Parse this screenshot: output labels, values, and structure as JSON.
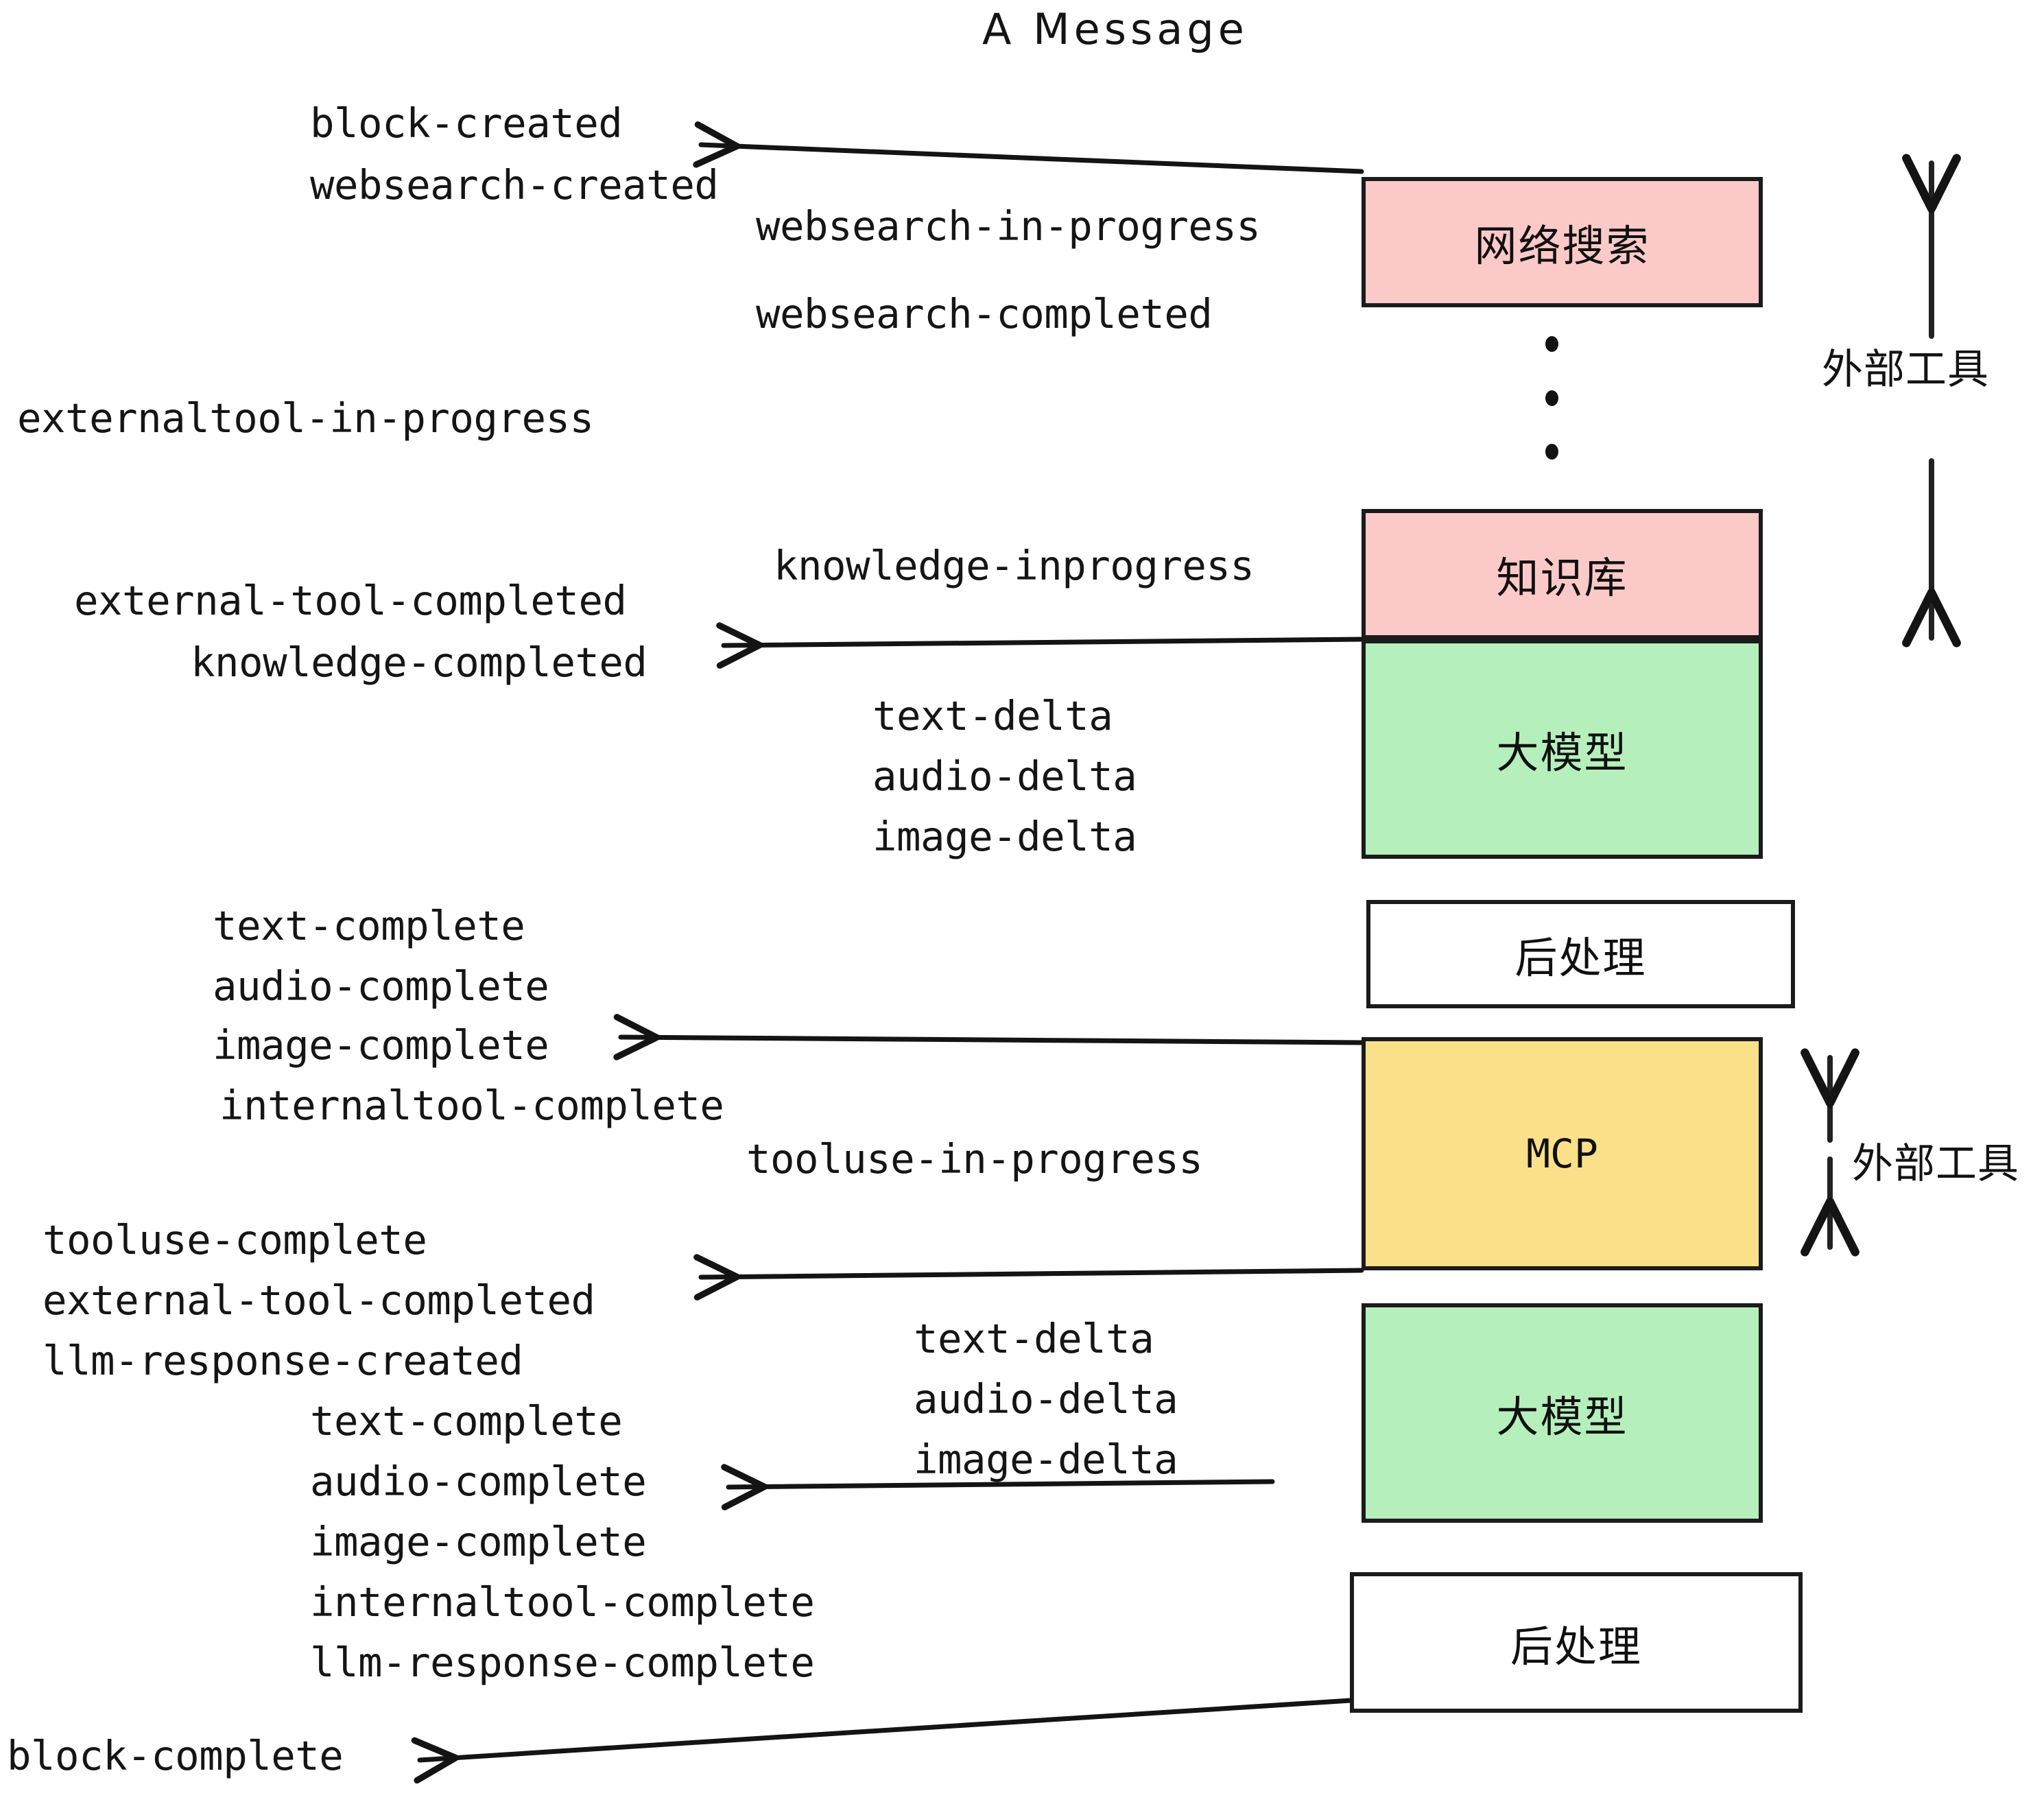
{
  "diagram": {
    "title": "A Message",
    "background": "#ffffff",
    "stroke": "#1b1b1b",
    "colors": {
      "pink": "#FCC9C9",
      "green": "#B5F0BC",
      "yellow": "#FBE08A",
      "white": "#ffffff",
      "ink": "#151515"
    }
  },
  "nodes": [
    {
      "id": "websearch",
      "label": "网络搜索",
      "fill": "#FCC9C9",
      "mono": false
    },
    {
      "id": "knowledge",
      "label": "知识库",
      "fill": "#FCC9C9",
      "mono": false
    },
    {
      "id": "llm1",
      "label": "大模型",
      "fill": "#B5F0BC",
      "mono": false
    },
    {
      "id": "post1",
      "label": "后处理",
      "fill": "#ffffff",
      "mono": false
    },
    {
      "id": "mcp",
      "label": "MCP",
      "fill": "#FBE08A",
      "mono": true
    },
    {
      "id": "llm2",
      "label": "大模型",
      "fill": "#B5F0BC",
      "mono": false
    },
    {
      "id": "post2",
      "label": "后处理",
      "fill": "#ffffff",
      "mono": false
    }
  ],
  "side_annotations": [
    {
      "id": "ext-tools-top",
      "label": "外部工具"
    },
    {
      "id": "ext-tools-bottom",
      "label": "外部工具"
    }
  ],
  "events": {
    "block_created": "block-created",
    "websearch_created": "websearch-created",
    "websearch_in_progress": "websearch-in-progress",
    "websearch_completed": "websearch-completed",
    "externaltool_in_progress": "externaltool-in-progress",
    "knowledge_inprogress": "knowledge-inprogress",
    "external_tool_completed1": "external-tool-completed",
    "knowledge_completed": "knowledge-completed",
    "text_delta1": "text-delta",
    "audio_delta1": "audio-delta",
    "image_delta1": "image-delta",
    "text_complete1": "text-complete",
    "audio_complete1": "audio-complete",
    "image_complete1": "image-complete",
    "internaltool_complete1": "internaltool-complete",
    "tooluse_in_progress": "tooluse-in-progress",
    "tooluse_complete": "tooluse-complete",
    "external_tool_completed2": "external-tool-completed",
    "llm_response_created": "llm-response-created",
    "text_delta2": "text-delta",
    "audio_delta2": "audio-delta",
    "image_delta2": "image-delta",
    "text_complete2": "text-complete",
    "audio_complete2": "audio-complete",
    "image_complete2": "image-complete",
    "internaltool_complete2": "internaltool-complete",
    "llm_response_complete": "llm-response-complete",
    "block_complete": "block-complete"
  }
}
